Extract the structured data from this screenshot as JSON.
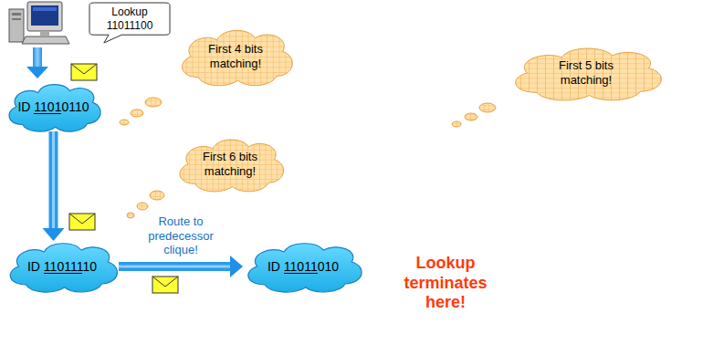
{
  "diagram": {
    "nodes": [
      {
        "text": [
          "Lookup 11011100"
        ]
      },
      {
        "text": [
          "ID 11010110"
        ]
      },
      {
        "text": [
          "First 4 bits matching!"
        ]
      },
      {
        "text": [
          "First 6 bits matching!"
        ]
      },
      {
        "text": [
          "ID 11011110"
        ]
      },
      {
        "text": [
          "ID 11011010"
        ]
      },
      {
        "text": [
          "First 5 bits matching!"
        ]
      }
    ],
    "edges": [
      {
        "from": 1,
        "to": 4,
        "arrow": "to"
      },
      {
        "from": 4,
        "to": 5,
        "label": "Route to predecessor clique!",
        "arrow": "to"
      }
    ],
    "labels": [
      "Lookup terminates here!"
    ]
  }
}
